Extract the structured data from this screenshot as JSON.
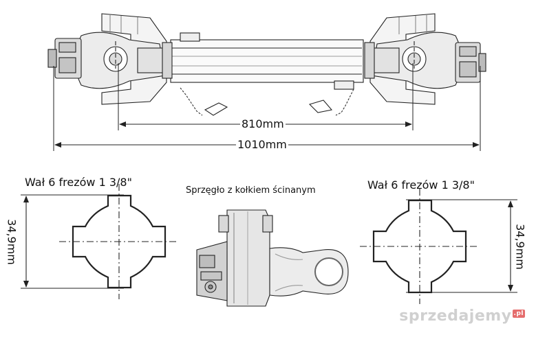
{
  "dimensions": {
    "inner_length": "810mm",
    "outer_length": "1010mm",
    "spline_diameter": "34,9mm"
  },
  "left_spline": {
    "title": "Wał 6 frezów 1 3/8\""
  },
  "right_spline": {
    "title": "Wał 6 frezów 1 3/8\""
  },
  "coupling": {
    "title": "Sprzęgło z kołkiem ścinanym"
  },
  "watermark": {
    "brand": "sprzedajemy",
    "tld": ".pl"
  }
}
